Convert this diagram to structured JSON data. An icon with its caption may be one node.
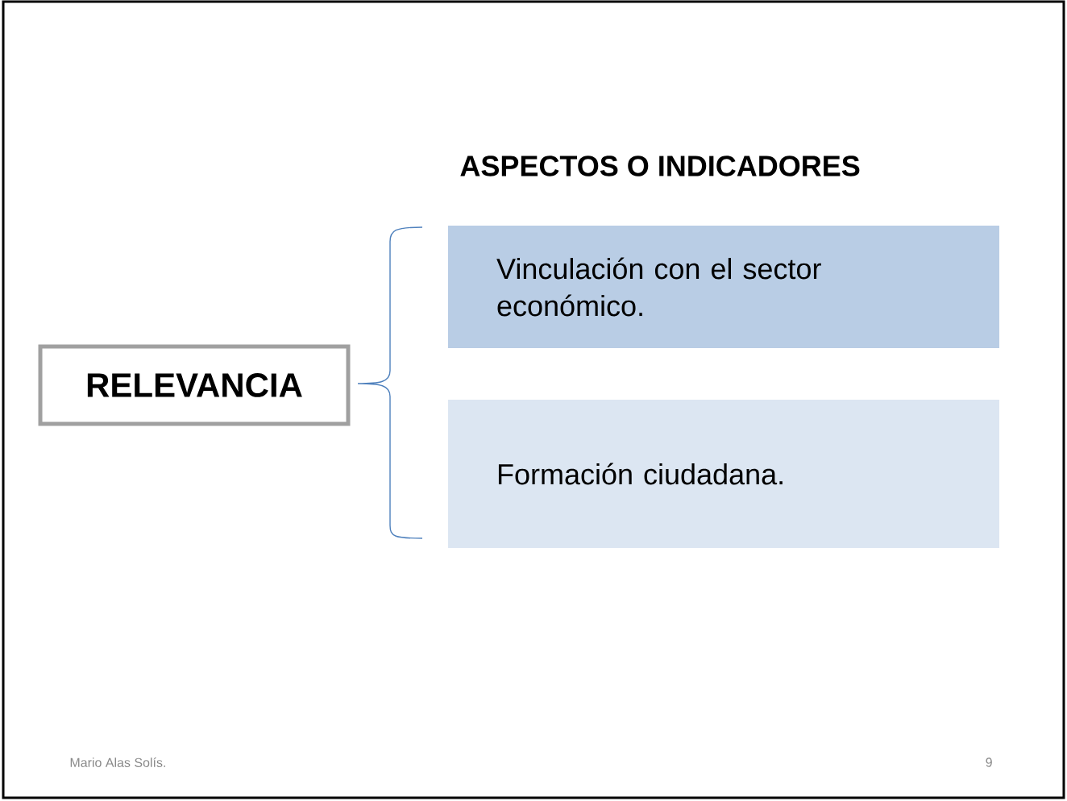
{
  "diagram": {
    "title": "ASPECTOS O INDICADORES",
    "nodes": [
      {
        "text": [
          "RELEVANCIA"
        ]
      },
      {
        "text": [
          "Vinculación con el sector económico."
        ]
      },
      {
        "text": [
          "Formación ciudadana."
        ]
      }
    ],
    "labels": [
      "Mario Alas Solís.",
      "9"
    ]
  }
}
